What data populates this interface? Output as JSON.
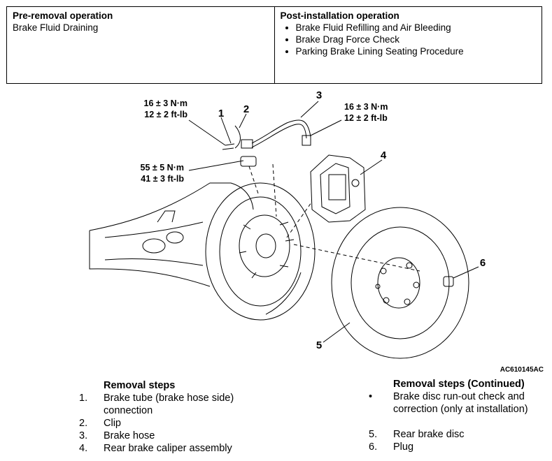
{
  "operations": {
    "pre_title": "Pre-removal operation",
    "pre_items": [
      "Brake Fluid Draining"
    ],
    "post_title": "Post-installation operation",
    "post_items": [
      "Brake Fluid Refilling and Air Bleeding",
      "Brake Drag Force Check",
      "Parking Brake Lining Seating Procedure"
    ]
  },
  "diagram": {
    "callouts": [
      "1",
      "2",
      "3",
      "4",
      "5",
      "6"
    ],
    "torque_left": [
      "16 ± 3 N·m",
      "12 ± 2 ft-lb"
    ],
    "torque_right": [
      "16 ± 3 N·m",
      "12 ± 2 ft-lb"
    ],
    "torque_hub": [
      "55 ± 5 N·m",
      "41 ± 3 ft-lb"
    ],
    "code": "AC610145AC"
  },
  "removal_steps": {
    "title": "Removal steps",
    "items": [
      {
        "num": "1.",
        "text": "Brake tube (brake hose side) connection"
      },
      {
        "num": "2.",
        "text": "Clip"
      },
      {
        "num": "3.",
        "text": "Brake hose"
      },
      {
        "num": "4.",
        "text": "Rear brake caliper assembly"
      }
    ]
  },
  "removal_steps_continued": {
    "title": "Removal steps (Continued)",
    "bullet": "•",
    "bullet_text": "Brake disc run-out check and correction (only at installation)",
    "items": [
      {
        "num": "5.",
        "text": "Rear brake disc"
      },
      {
        "num": "6.",
        "text": "Plug"
      }
    ]
  }
}
